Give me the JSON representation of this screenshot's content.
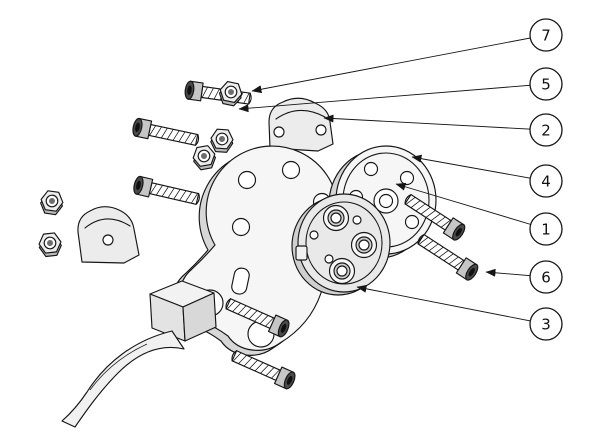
{
  "figure": {
    "kind": "exploded-assembly-line-drawing",
    "background": "#ffffff",
    "line_color": "#161616",
    "part_shade_color": "#e9e9e9",
    "callouts": [
      {
        "number": "7"
      },
      {
        "number": "5"
      },
      {
        "number": "2"
      },
      {
        "number": "4"
      },
      {
        "number": "1"
      },
      {
        "number": "6"
      },
      {
        "number": "3"
      }
    ]
  }
}
